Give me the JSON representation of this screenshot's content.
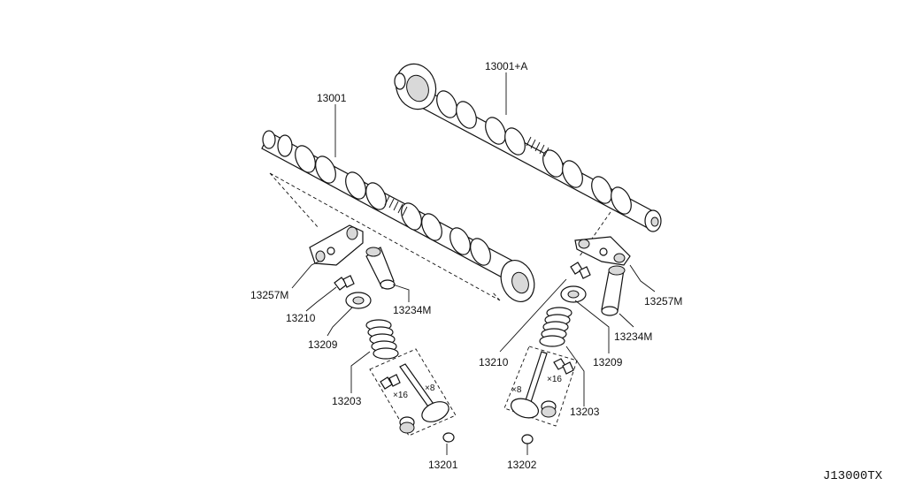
{
  "labels": {
    "camshaft_lower": "13001",
    "camshaft_upper": "13001+A",
    "rocker_left": "13257M",
    "rocker_right": "13257M",
    "lash_adj_left": "13234M",
    "lash_adj_right": "13234M",
    "collet_left": "13210",
    "collet_right": "13210",
    "retainer_left": "13209",
    "retainer_right": "13209",
    "spring_left": "13203",
    "spring_right": "13203",
    "intake_valve": "13201",
    "exhaust_valve": "13202",
    "qty_valve_left": "×8",
    "qty_collet_left": "×16",
    "qty_valve_right": "×8",
    "qty_collet_right": "×16"
  },
  "diagram_code": "J13000TX"
}
